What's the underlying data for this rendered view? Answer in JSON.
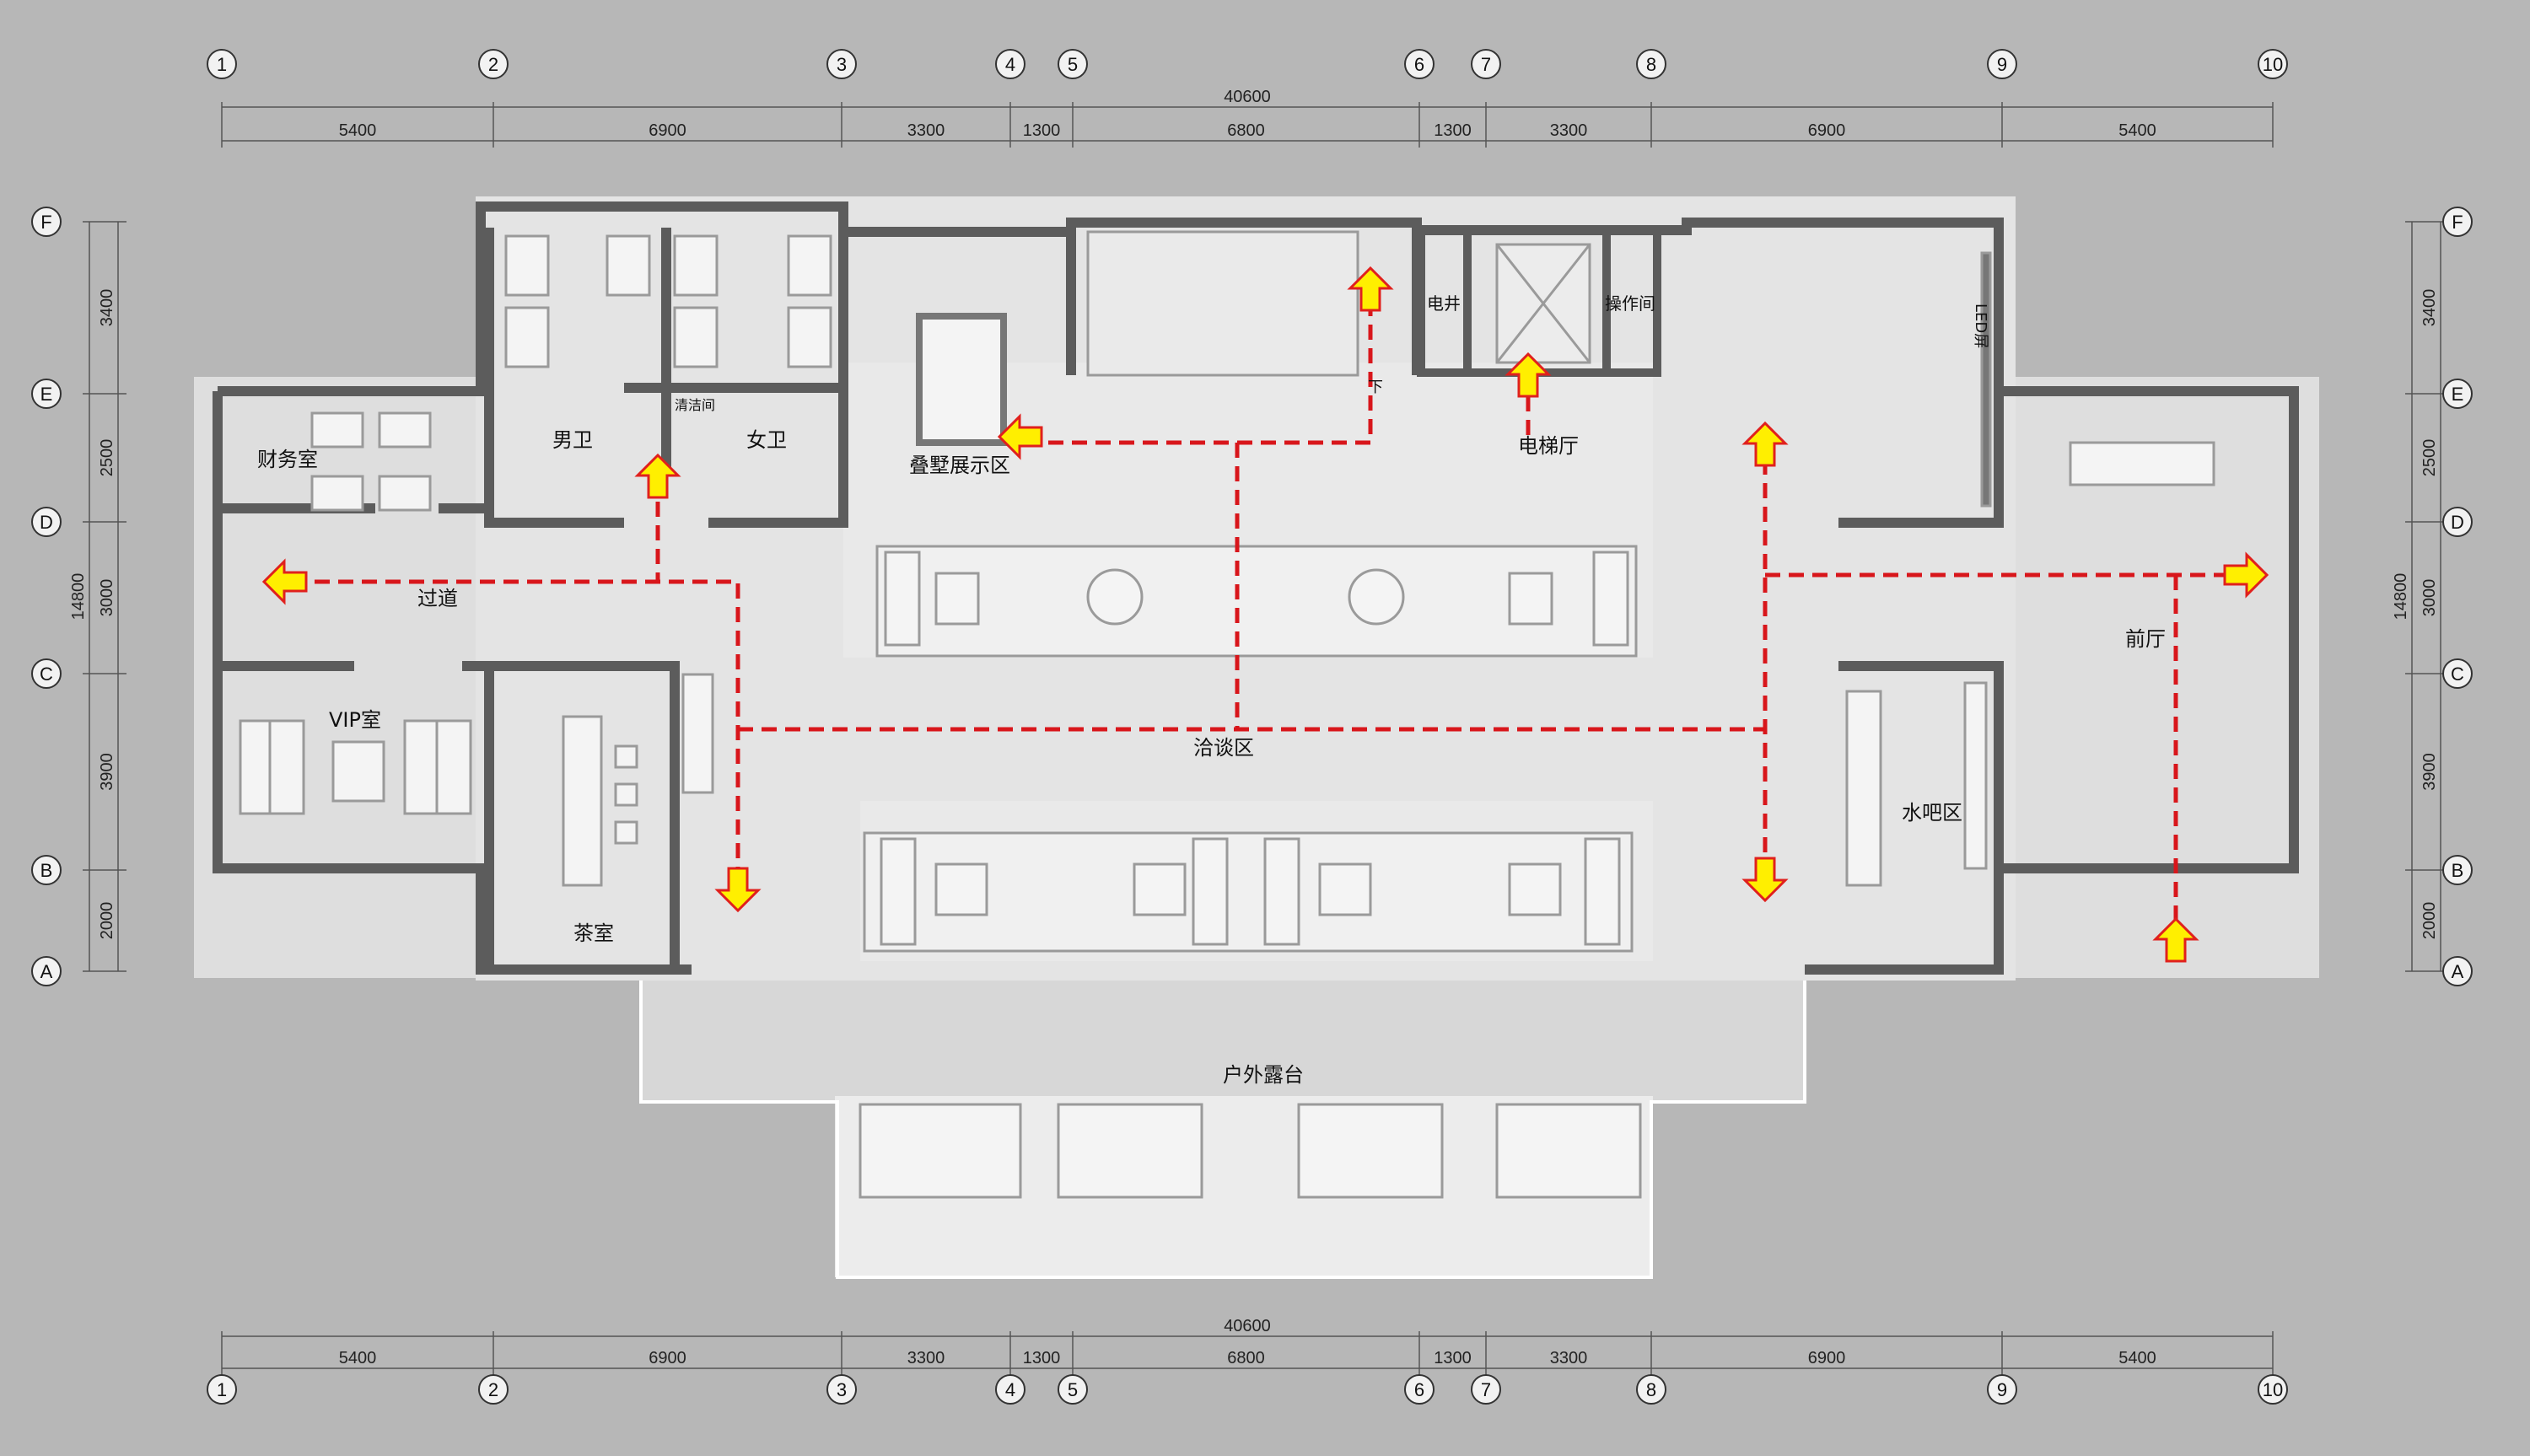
{
  "axes": {
    "columns": [
      "1",
      "2",
      "3",
      "4",
      "5",
      "6",
      "7",
      "8",
      "9",
      "10"
    ],
    "rows": [
      "F",
      "E",
      "D",
      "C",
      "B",
      "A"
    ]
  },
  "dimensions": {
    "overall_width": "40600",
    "segments": [
      "5400",
      "6900",
      "3300",
      "1300",
      "6800",
      "1300",
      "3300",
      "6900",
      "5400"
    ],
    "overall_depth": "14800",
    "row_segments": [
      "3400",
      "2500",
      "3000",
      "3900",
      "2000"
    ]
  },
  "rooms": {
    "finance": "财务室",
    "mens_wc": "男卫",
    "janitor": "清洁间",
    "womens_wc": "女卫",
    "villa_display": "叠墅展示区",
    "elec_shaft": "电井",
    "control_room": "操作间",
    "elevator_hall": "电梯厅",
    "led_screen": "LED屏",
    "stair_down": "下",
    "corridor": "过道",
    "front_hall": "前厅",
    "vip_room": "VIP室",
    "negotiation": "洽谈区",
    "water_bar": "水吧区",
    "tea_room": "茶室",
    "terrace": "户外露台"
  },
  "colors": {
    "background": "#b7b7b7",
    "floor": "#e4e4e4",
    "wall": "#5c5c5c",
    "route": "#d8161b",
    "arrow_fill": "#ffef00",
    "arrow_stroke": "#e0201d"
  }
}
